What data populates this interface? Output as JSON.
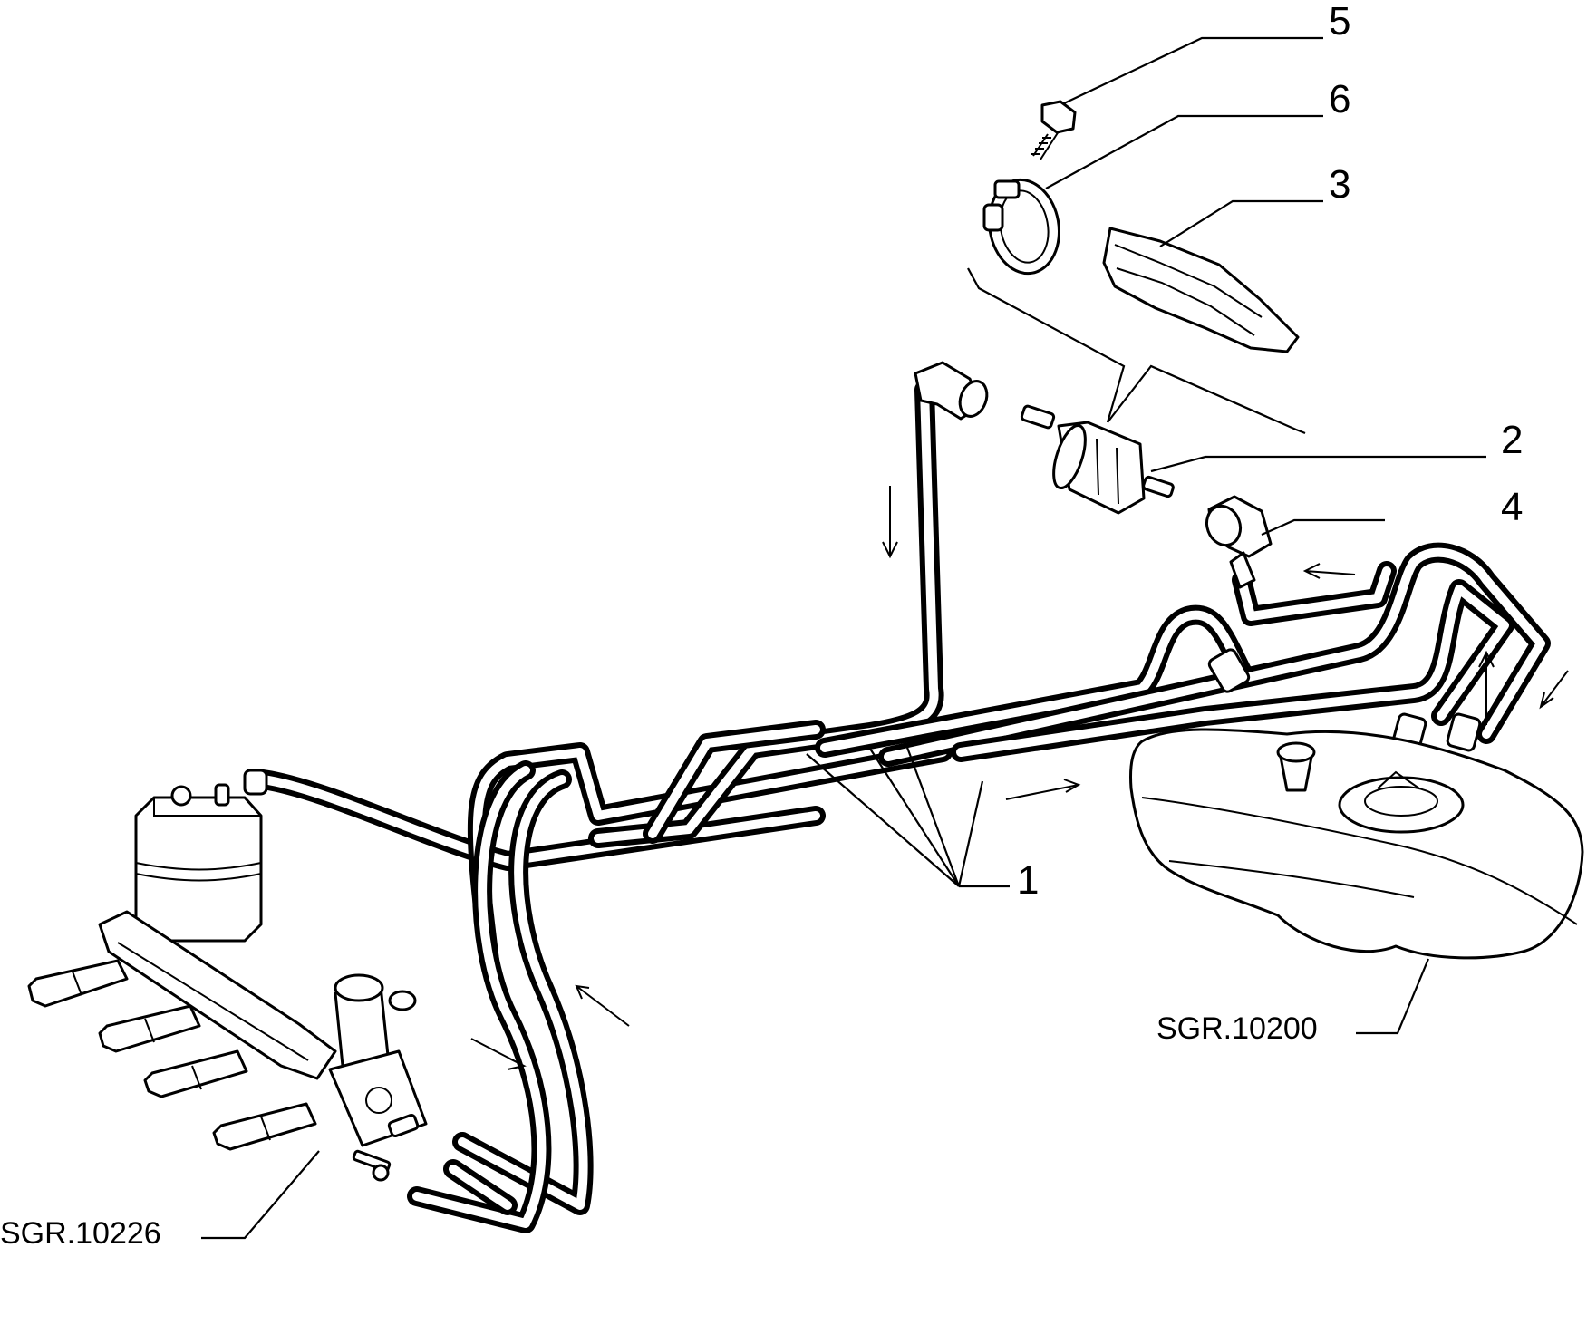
{
  "callouts": [
    {
      "id": "1",
      "label": "1"
    },
    {
      "id": "2",
      "label": "2"
    },
    {
      "id": "3",
      "label": "3"
    },
    {
      "id": "4",
      "label": "4"
    },
    {
      "id": "5",
      "label": "5"
    },
    {
      "id": "6",
      "label": "6"
    }
  ],
  "references": {
    "tank": "SGR.10200",
    "rail": "SGR.10226"
  }
}
